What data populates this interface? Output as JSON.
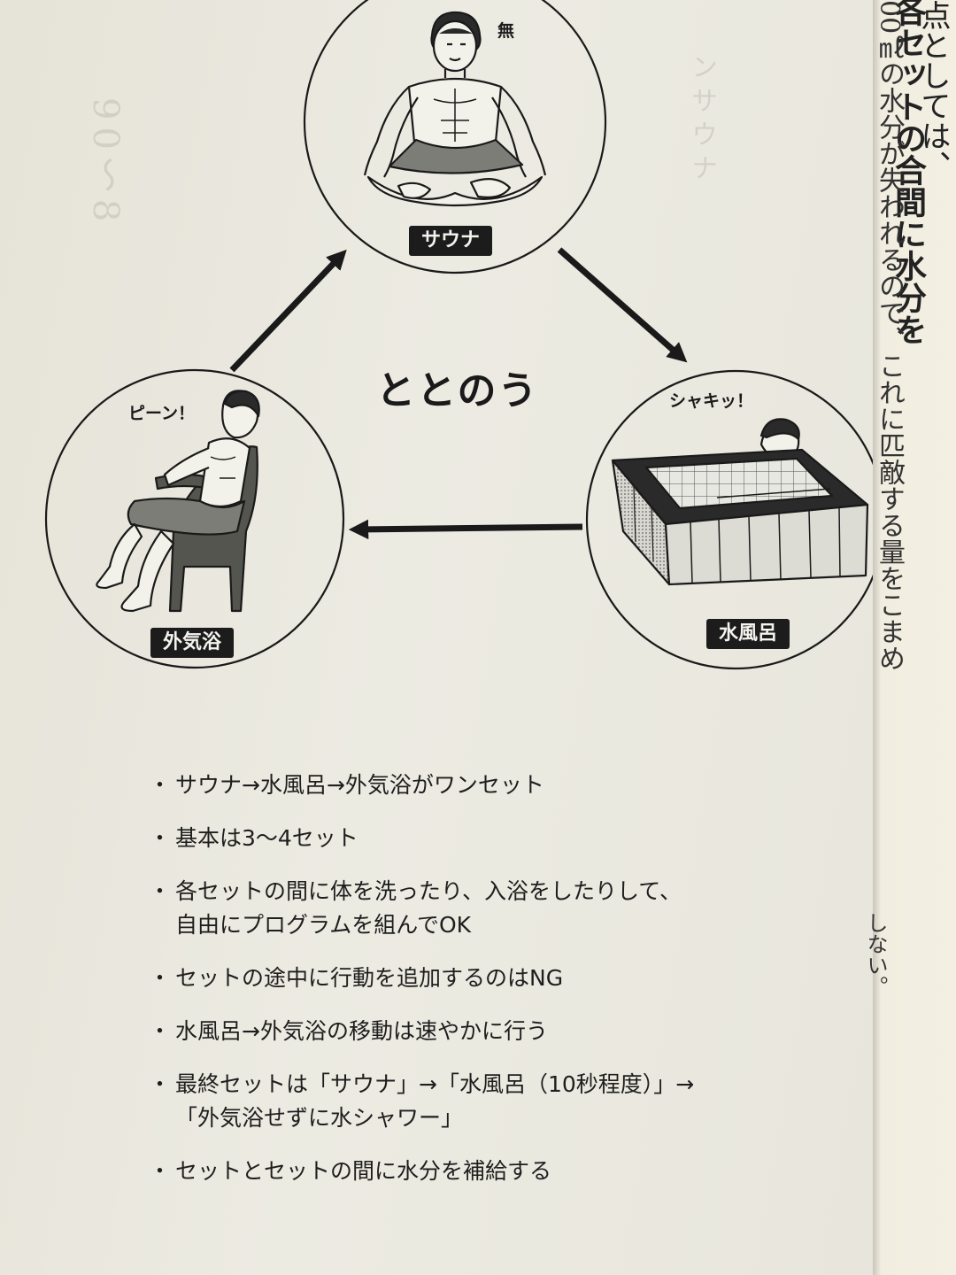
{
  "diagram": {
    "title": "ととのう",
    "stages": {
      "sauna": {
        "label": "サウナ",
        "expression": "無",
        "icon": "meditating-man-icon"
      },
      "cold_bath": {
        "label": "水風呂",
        "expression": "シャキッ！",
        "icon": "cold-bath-man-icon"
      },
      "outdoor_rest": {
        "label": "外気浴",
        "expression": "ピーン！",
        "icon": "man-in-chair-icon"
      }
    }
  },
  "bullets": [
    {
      "lines": [
        "サウナ→水風呂→外気浴がワンセット"
      ]
    },
    {
      "lines": [
        "基本は3〜4セット"
      ]
    },
    {
      "lines": [
        "各セットの間に体を洗ったり、入浴をしたりして、",
        "自由にプログラムを組んでOK"
      ]
    },
    {
      "lines": [
        "セットの途中に行動を追加するのはNG"
      ]
    },
    {
      "lines": [
        "水風呂→外気浴の移動は速やかに行う"
      ]
    },
    {
      "lines": [
        "最終セットは「サウナ」→「水風呂（10秒程度）」→",
        "「外気浴せずに水シャワー」"
      ]
    },
    {
      "lines": [
        "セットとセットの間に水分を補給する"
      ]
    }
  ],
  "bullet_marker": "・",
  "right_page": {
    "col1": "点としては、",
    "col2": "各セットの合間に水分を",
    "col3": "00㎖の水分が失われるので、これに匹敵する量をこまめ",
    "col4": "しない。"
  },
  "colors": {
    "paper": "#ecebe2",
    "ink": "#1a1a1a",
    "label_bg": "#1c1c1c",
    "label_text": "#f4f3ee"
  }
}
